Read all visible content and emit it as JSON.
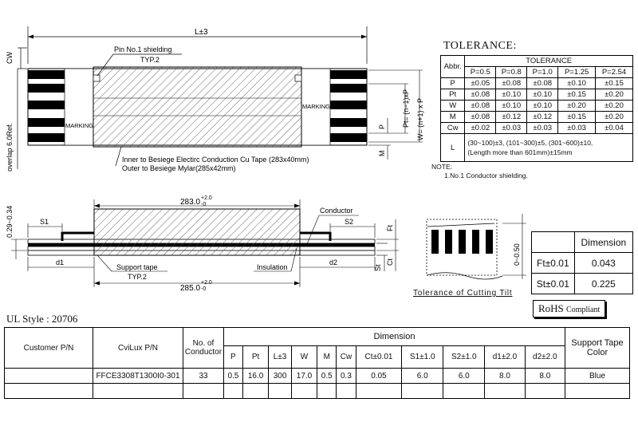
{
  "top_view": {
    "length_label": "L±3",
    "cw_label": "CW",
    "overlap_label": "overlap 6.0Ref.",
    "pin1_label": "Pin No.1 shielding",
    "typ_label": "TYP.2",
    "marking_left": "MARKING",
    "marking_right": "MARKING",
    "p_label": "P",
    "m_label": "M",
    "pt_label": "Pt= (n−1)xP",
    "w_label": "W= (n+1) x P",
    "inner_note": "Inner to Besiege Electirc Conduction Cu Tape (283x40mm)",
    "outer_note": "Outer to Besiege Mylar(285x42mm)"
  },
  "side_view": {
    "tape_length": "283.0",
    "tape_tol_upper": "+2.0",
    "tape_tol_lower": "-0",
    "mylar_length": "285.0",
    "mylar_tol_upper": "+2.0",
    "mylar_tol_lower": "-0",
    "thickness_label": "0.29~0.34",
    "s1_label": "S1",
    "s2_label": "S2",
    "d1_label": "d1",
    "d2_label": "d2",
    "conductor_label": "Conductor",
    "support_tape_label": "Support tape",
    "typ_label": "TYP.2",
    "insulation_label": "Insulation",
    "ft_label": "Ft",
    "ct_label": "Ct",
    "st_label": "St",
    "cut_dim": "0~0.50",
    "cut_title": "Tolerance of Cutting Tilt"
  },
  "tolerance": {
    "title": "TOLERANCE:",
    "abbr_header": "Abbr.",
    "group_header": "TOLERANCE",
    "pitch_headers": [
      "P=0.5",
      "P=0.8",
      "P=1.0",
      "P=1.25",
      "P=2.54"
    ],
    "rows": [
      {
        "abbr": "P",
        "values": [
          "±0.05",
          "±0.08",
          "±0.08",
          "±0.10",
          "±0.15"
        ]
      },
      {
        "abbr": "Pt",
        "values": [
          "±0.08",
          "±0.10",
          "±0.10",
          "±0.15",
          "±0.20"
        ]
      },
      {
        "abbr": "W",
        "values": [
          "±0.08",
          "±0.10",
          "±0.10",
          "±0.20",
          "±0.20"
        ]
      },
      {
        "abbr": "M",
        "values": [
          "±0.08",
          "±0.12",
          "±0.12",
          "±0.15",
          "±0.20"
        ]
      },
      {
        "abbr": "Cw",
        "values": [
          "±0.02",
          "±0.03",
          "±0.03",
          "±0.03",
          "±0.04"
        ]
      }
    ],
    "l_abbr": "L",
    "l_line1": "(30~100)±3, (101~300)±5, (301~600)±10,",
    "l_line2": "(Length more than 601mm)±15mm"
  },
  "note": {
    "heading": "NOTE:",
    "item1": "1.No.1 Conductor shielding."
  },
  "dimension_box": {
    "header": "Dimension",
    "rows": [
      {
        "label": "Ft±0.01",
        "value": "0.043"
      },
      {
        "label": "St±0.01",
        "value": "0.225"
      }
    ]
  },
  "rohs": {
    "main": "RoHS",
    "sub": "Compliant"
  },
  "ul_style": "UL Style : 20706",
  "spec_table": {
    "customer_pn_header": "Customer P/N",
    "cvilux_pn_header": "CviLux P/N",
    "conductors_header": "No. of Conductor",
    "dimension_header": "Dimension",
    "support_header": "Support Tape Color",
    "dim_headers": [
      "P",
      "Pt",
      "L±3",
      "W",
      "M",
      "Cw",
      "Ct±0.01",
      "S1±1.0",
      "S2±1.0",
      "d1±2.0",
      "d2±2.0"
    ],
    "row": {
      "customer_pn": "",
      "cvilux_pn": "FFCE3308T1300I0-301",
      "conductors": "33",
      "dims": [
        "0.5",
        "16.0",
        "300",
        "17.0",
        "0.5",
        "0.3",
        "0.05",
        "6.0",
        "6.0",
        "8.0",
        "8.0"
      ],
      "support_color": "Blue"
    }
  },
  "colors": {
    "ink": "#000000",
    "paper": "#ffffff"
  }
}
